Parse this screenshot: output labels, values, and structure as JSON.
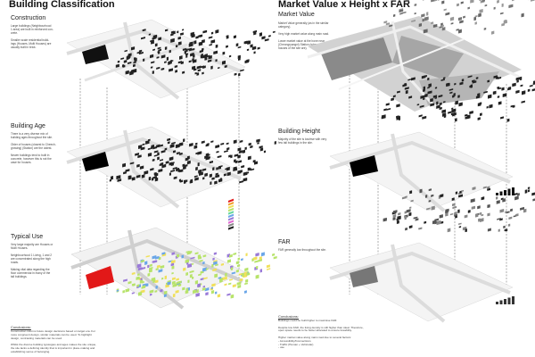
{
  "left": {
    "title": "Building Classification",
    "sections": [
      {
        "label": "Construction",
        "desc": "Large buildings (Neighbourhood\n1 area) are built in reinforced con-\ncrete.\n\nSmaller scale residential build-\nings (Houses, Multi Houses) are\nusually built in brick."
      },
      {
        "label": "Building Age",
        "desc": "There is a very diverse mix of\nbuilding ages throughout the site.\n\nOlder of houses (closest to Cheech-\ngrowing) (Station) are the oldest.\n\nNewer buildings tend to built in\nconcrete, however this is not the\ncase for houses."
      },
      {
        "label": "Typical Use",
        "desc": "Very large majority are Houses or\nMulti Houses.\n\nNeighbourhood 1 Living, 1 and 2\nare concentrated along the high\nroads.\n\nMaking vital data regarding the\nfloor commercial in many of the\ntall buildings."
      }
    ],
    "conclusions_head": "Conclusions:",
    "conclusions": "Construction informs future design decisions based on target era. For\nmore congruent design, similar materials can be used. To highlight\ndesign, contrasting materials can be used.\n\nWhilst the diverse building typologies and ages makes the site unique,\nthe site lacks a defining identity that is important in place-making and\nestablishing sense of belonging."
  },
  "right": {
    "title": "Market Value x Height x FAR",
    "sections": [
      {
        "label": "Market Value",
        "desc": "Market Value generally (as in the similar\ncategory).\n\nVery high market value along main road.\n\nLower market value at the bone near\n(Cheongryangni) Station (where the oldest\nhouses of the site are)."
      },
      {
        "label": "Building Height",
        "desc": "Majority of the site is low/rise with very\nfew tall buildings in the site."
      },
      {
        "label": "FAR",
        "desc": "FAR generally low throughout the site."
      }
    ],
    "conclusions_head": "Conclusions:",
    "conclusions": "Buildings could be built higher to maximise FAR.\n\nDespite low FAR, the living density is still higher than ideal. Therefore,\nopen space needs to be better allocated to ensure liveability.\n\nHigher market value along main road due to several factors:\n- Accessibility/Connections\n- Traffic (Human + Vehicular)\n- use"
  },
  "colors": {
    "background": "#ffffff",
    "road": "#dcdcdc",
    "building_fill": "#1a1a1a",
    "landmark": "#000000",
    "landmark_use": "#e21818",
    "use_green": "#b7e36a",
    "use_yellow": "#f0e05a",
    "use_purple": "#9a7ad8",
    "use_blue": "#6aa6e8",
    "value_dark": "#8a8a8a",
    "value_light": "#c8c8c8"
  },
  "legend_swatch_colors": [
    "#e21818",
    "#f0a030",
    "#f0e05a",
    "#b7e36a",
    "#6ad8a0",
    "#6aa6e8",
    "#9a7ad8",
    "#e06ad0",
    "#888888",
    "#222222"
  ]
}
